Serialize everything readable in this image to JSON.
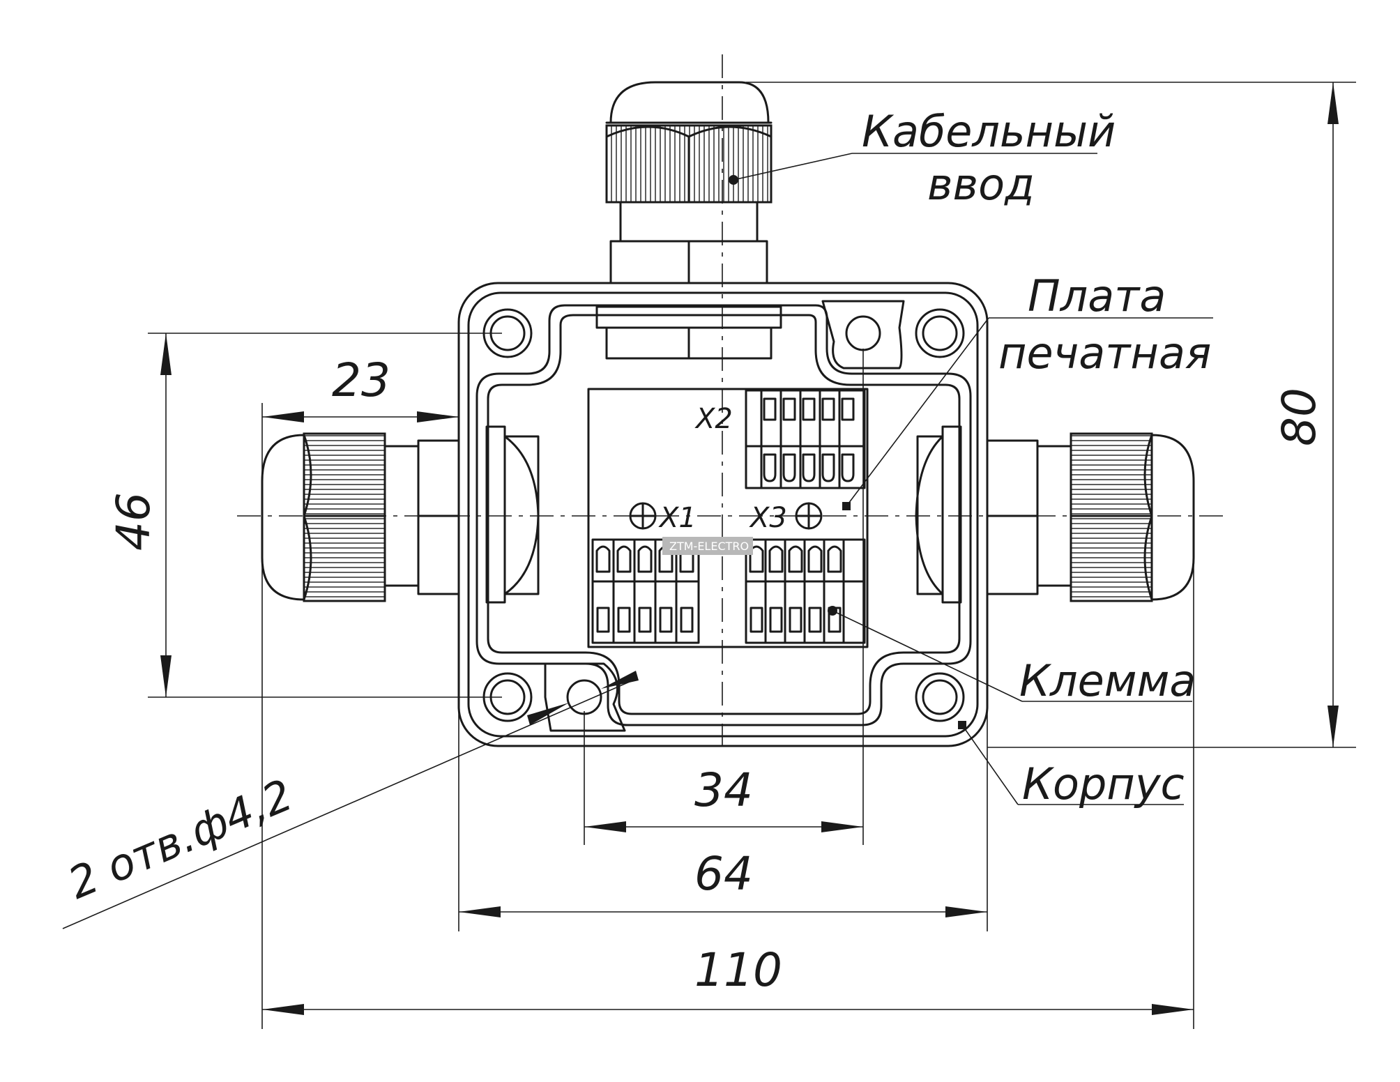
{
  "labels": {
    "cable_entry": [
      "Кабельный",
      "ввод"
    ],
    "pcb": [
      "Плата",
      "печатная"
    ],
    "terminal": "Клемма",
    "housing": "Корпус",
    "holes": "2 отв.ф4,2"
  },
  "connectors": {
    "x1": "X1",
    "x2": "X2",
    "x3": "X3"
  },
  "dimensions": {
    "d23": "23",
    "d46": "46",
    "d80": "80",
    "d34": "34",
    "d64": "64",
    "d110": "110"
  },
  "watermark": "ZTM-ELECTRO"
}
